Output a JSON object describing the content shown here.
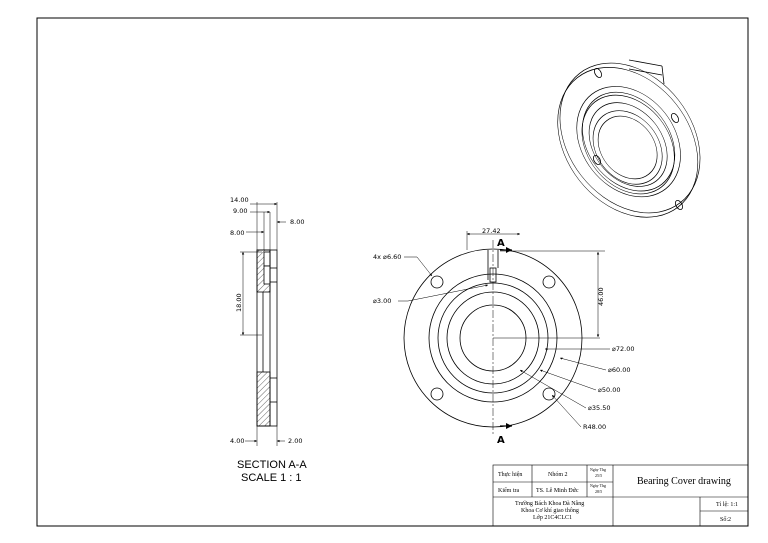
{
  "section_view": {
    "dims": {
      "d14": "14.00",
      "d9": "9.00",
      "d8_top": "8.00",
      "d8_left": "8.00",
      "d18": "18.00",
      "d4": "4.00",
      "d2": "2.00"
    },
    "caption_line1": "SECTION A-A",
    "caption_line2": "SCALE 1 : 1"
  },
  "front_view": {
    "dims": {
      "w2742": "27.42",
      "holes": "4x ⌀6.60",
      "phi3": "⌀3.00",
      "h46": "46.00",
      "phi72": "⌀72.00",
      "phi60": "⌀60.00",
      "phi50": "⌀50.00",
      "phi355": "⌀35.50",
      "r48": "R48.00"
    },
    "section_label_top": "A",
    "section_label_bottom": "A"
  },
  "title_block": {
    "performed_by_label": "Thực hiện",
    "performed_by_value": "Nhóm 2",
    "checked_by_label": "Kiểm tra",
    "checked_by_value": "TS. Lê Minh Đức",
    "date_label": "Ngày Thg",
    "date1": "25/5",
    "date2": "28/5",
    "title": "Bearing Cover drawing",
    "school_line1": "Trường Bách Khoa Đà Nẵng",
    "school_line2": "Khoa Cơ khí giao thông",
    "school_line3": "Lớp 21C4CLC1",
    "scale": "Tỉ lệ: 1:1",
    "sheet_no": "Số:2"
  }
}
